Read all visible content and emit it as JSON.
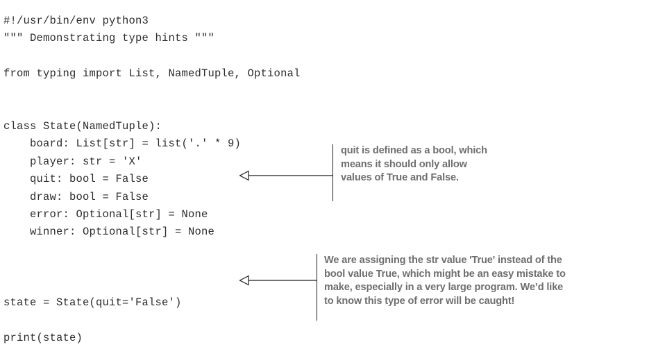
{
  "figure": {
    "kind": "annotated-code-listing",
    "code_color": "#2b2b2b",
    "annotation_color": "#6e6e6e",
    "rule_color": "#1d1d1d",
    "background": "#ffffff"
  },
  "code": {
    "language": "python",
    "lines": [
      "#!/usr/bin/env python3",
      "\"\"\" Demonstrating type hints \"\"\"",
      "",
      "from typing import List, NamedTuple, Optional",
      "",
      "",
      "class State(NamedTuple):",
      "    board: List[str] = list('.' * 9)",
      "    player: str = 'X'",
      "    quit: bool = False",
      "    draw: bool = False",
      "    error: Optional[str] = None",
      "    winner: Optional[str] = None",
      "",
      "",
      "",
      "state = State(quit='False')",
      "",
      "print(state)"
    ]
  },
  "callouts": [
    {
      "id": "quit-bool",
      "target_line": "    quit: bool = False",
      "arrow": "left-open-triangle",
      "lines": [
        "quit is defined as a bool, which",
        "means it should only allow",
        "values of True and False."
      ]
    },
    {
      "id": "assign-str",
      "target_line": "state = State(quit='False')",
      "arrow": "left-open-triangle",
      "lines": [
        "We are assigning the str value 'True' instead of the",
        "bool value True, which might be an easy mistake to",
        "make, especially in a very large program. We’d like",
        "to know this type of error will be caught!"
      ]
    }
  ]
}
